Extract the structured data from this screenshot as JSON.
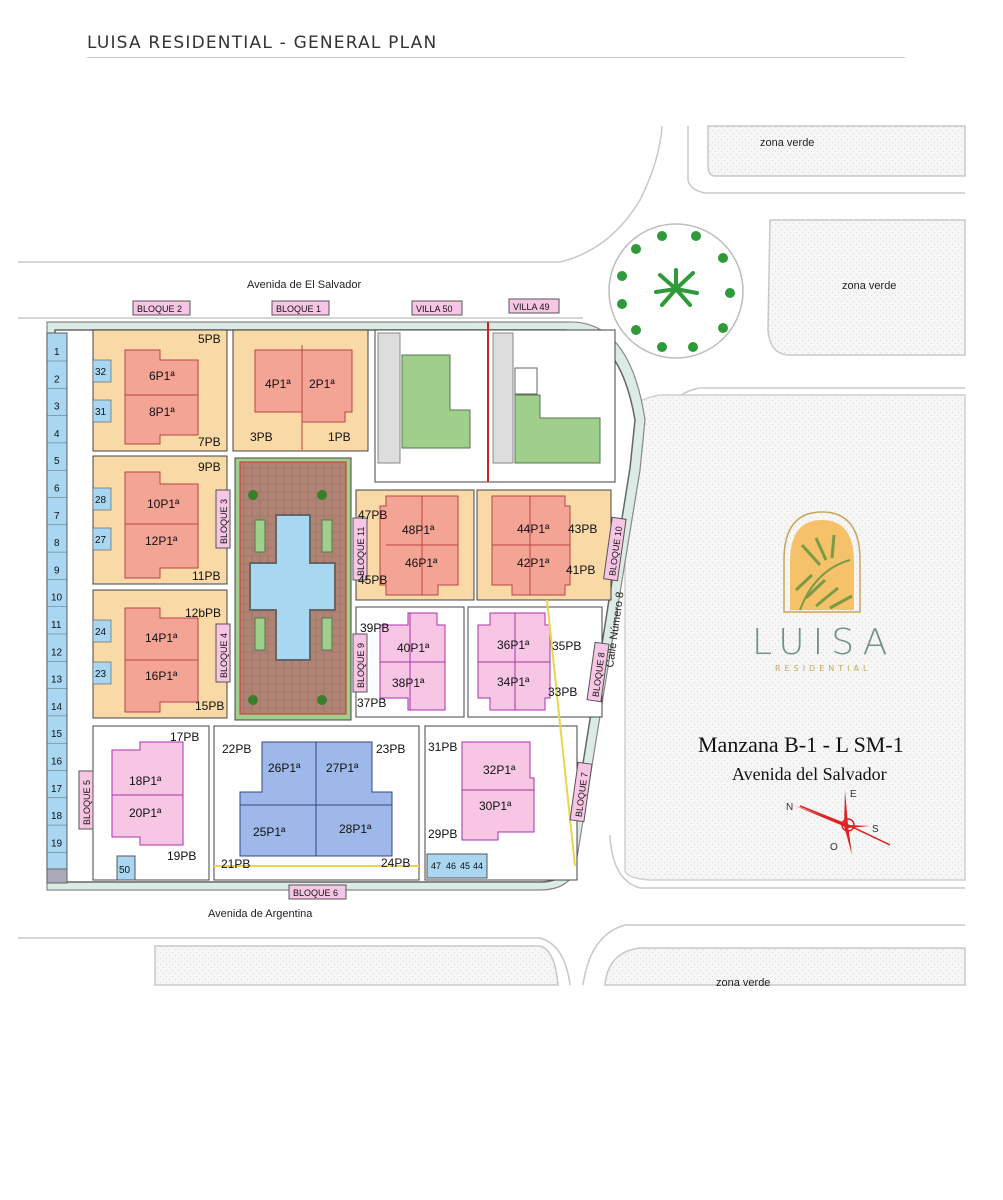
{
  "header": {
    "title": "LUISA RESIDENTIAL - GENERAL PLAN"
  },
  "streets": {
    "north": "Avenida   de   El Salvador",
    "south": "Avenida   de   Argentina",
    "east": "Calle   Número   8"
  },
  "green_zones": [
    "zona verde",
    "zona verde",
    "zona verde"
  ],
  "blocks": {
    "b1": "BLOQUE 1",
    "b2": "BLOQUE 2",
    "b3": "BLOQUE 3",
    "b4": "BLOQUE 4",
    "b5": "BLOQUE 5",
    "b6": "BLOQUE 6",
    "b7": "BLOQUE 7",
    "b8": "BLOQUE 8",
    "b9": "BLOQUE 9",
    "b10": "BLOQUE 10",
    "b11": "BLOQUE 11",
    "v50": "VILLA 50",
    "v49": "VILLA 49"
  },
  "units": {
    "u5pb": "5PB",
    "u6": "6P1ª",
    "u8": "8P1ª",
    "u7pb": "7PB",
    "u4": "4P1ª",
    "u2": "2P1ª",
    "u3pb": "3PB",
    "u1pb": "1PB",
    "u9pb": "9PB",
    "u10": "10P1ª",
    "u12": "12P1ª",
    "u11pb": "11PB",
    "u12b": "12bPB",
    "u14": "14P1ª",
    "u16": "16P1ª",
    "u15pb": "15PB",
    "u47pb": "47PB",
    "u48": "48P1ª",
    "u46": "46P1ª",
    "u45pb": "45PB",
    "u44": "44P1ª",
    "u43pb": "43PB",
    "u42": "42P1ª",
    "u41pb": "41PB",
    "u39pb": "39PB",
    "u40": "40P1ª",
    "u38": "38P1ª",
    "u37pb": "37PB",
    "u36": "36P1ª",
    "u35pb": "35PB",
    "u34": "34P1ª",
    "u33pb": "33PB",
    "u17pb": "17PB",
    "u18": "18P1ª",
    "u20": "20P1ª",
    "u19pb": "19PB",
    "u22pb": "22PB",
    "u26": "26P1ª",
    "u27": "27P1ª",
    "u23pb": "23PB",
    "u25": "25P1ª",
    "u28": "28P1ª",
    "u21pb": "21PB",
    "u24pb": "24PB",
    "u31pb": "31PB",
    "u32": "32P1ª",
    "u30": "30P1ª",
    "u29pb": "29PB"
  },
  "parking": {
    "west": [
      "1",
      "2",
      "3",
      "4",
      "5",
      "6",
      "7",
      "8",
      "9",
      "10",
      "11",
      "12",
      "13",
      "14",
      "15",
      "16",
      "17",
      "18",
      "19"
    ],
    "inner": [
      "32",
      "31",
      "28",
      "27",
      "24",
      "23"
    ],
    "p50": "50",
    "south": [
      "47",
      "46",
      "45",
      "44"
    ]
  },
  "logo": {
    "word": "LUISA",
    "sub": "RESIDENTIAL"
  },
  "info": {
    "manzana": "Manzana B-1 - L   SM-1",
    "avenue": "Avenida del Salvador"
  },
  "compass": {
    "n": "N",
    "e": "E",
    "s": "S",
    "o": "O"
  },
  "colors": {
    "orange": "#f9d9a6",
    "salmon": "#f3a495",
    "pink": "#f6c6e4",
    "blue": "#9eb8e9",
    "green": "#9fcf8b",
    "pool": "#a9d6f0",
    "road": "#dcebe4"
  }
}
